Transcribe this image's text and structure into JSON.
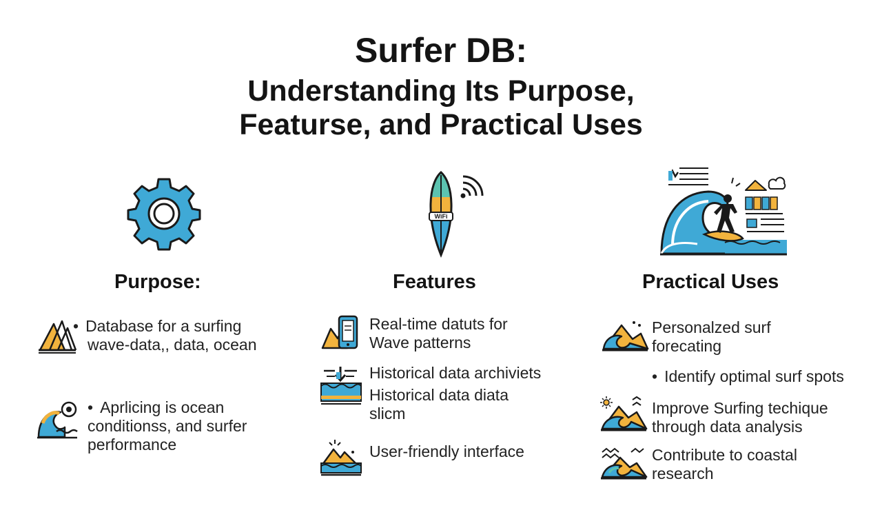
{
  "title": {
    "line1": "Surfer DB:",
    "line2": "Understanding Its Purpose,",
    "line3": "Featurse, and Practical Uses"
  },
  "colors": {
    "blue": "#3fa9d6",
    "yellow": "#f2b33d",
    "teal": "#5cc3b0",
    "dark": "#1a1a1a"
  },
  "purpose": {
    "heading": "Purpose:",
    "hero_icon": "gear-icon",
    "items": [
      {
        "icon": "mountain-chart-icon",
        "bullet": "•",
        "lines": [
          "Database for a surfing",
          "wave-data,, data, ocean"
        ]
      },
      {
        "icon": "wave-sun-icon",
        "bullet": "•",
        "lines": [
          "Aprlicing is ocean",
          "conditionss, and surfer",
          "performance"
        ]
      }
    ]
  },
  "features": {
    "heading": "Features",
    "hero_icon": "surfboard-wifi-icon",
    "board_label": "WiFi",
    "items": [
      {
        "icon": "phone-wave-icon",
        "lines": [
          "Real-time datuts for",
          "Wave patterns"
        ]
      },
      {
        "icon": "archive-water-icon",
        "lines": [
          "Historical data archiviets",
          "Historical data diata",
          "slicm"
        ]
      },
      {
        "icon": "island-wave-icon",
        "lines": [
          "User-friendly interface"
        ]
      }
    ]
  },
  "uses": {
    "heading": "Practical Uses",
    "hero_icon": "surfer-wave-icon",
    "items": [
      {
        "icon": "mountain-wave-icon",
        "lines": [
          "Personalzed surf",
          "forecating"
        ]
      },
      {
        "icon": "",
        "bullet": "•",
        "lines": [
          "Identify optimal surf spots"
        ]
      },
      {
        "icon": "sun-mountain-wave-icon",
        "lines": [
          "Improve Surfing techique",
          "through data analysis"
        ]
      },
      {
        "icon": "coastal-wave-icon",
        "lines": [
          "Contribute to coastal",
          "research"
        ]
      }
    ]
  }
}
